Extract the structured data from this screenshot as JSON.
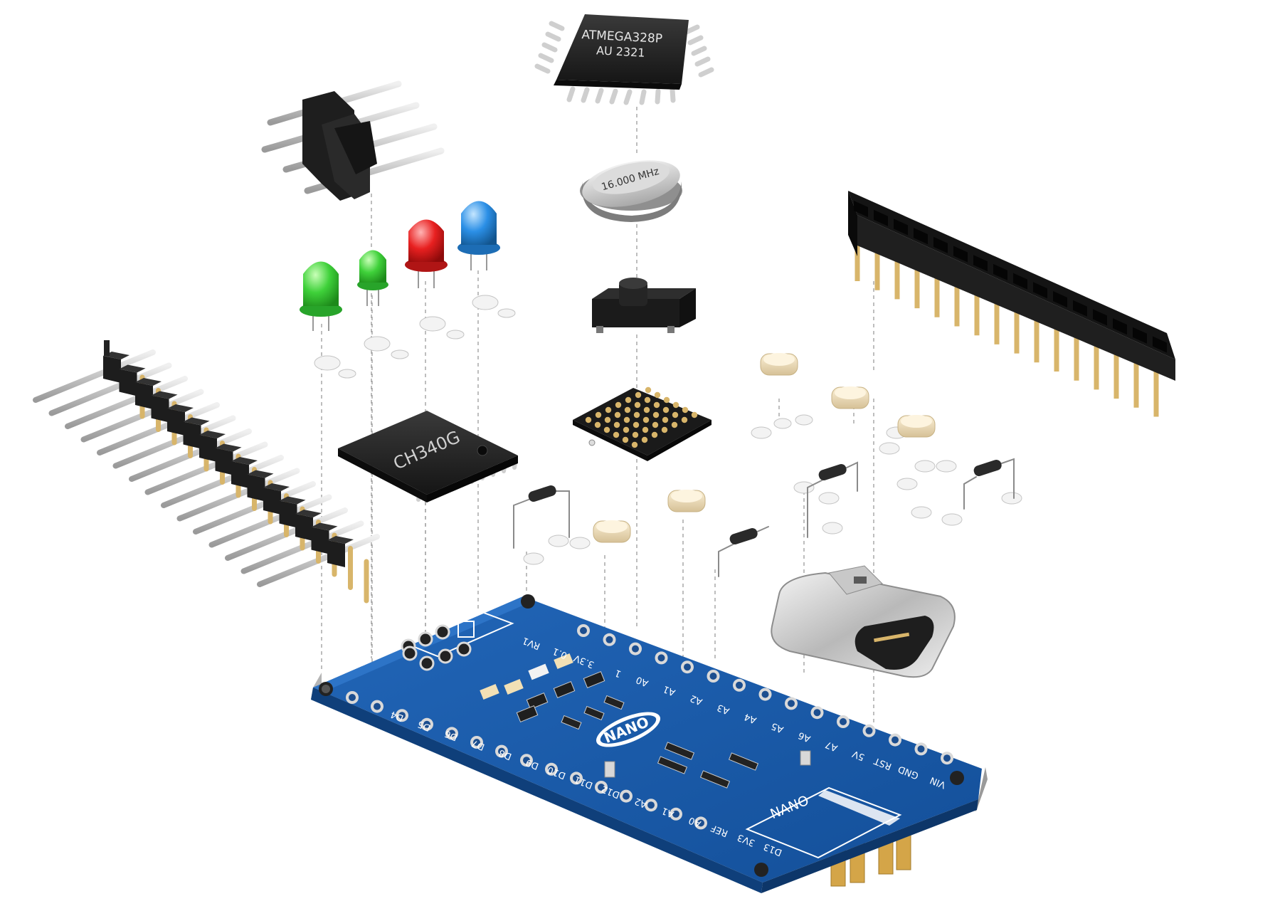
{
  "mcu": {
    "line1": "ATMEGA328P",
    "line2": "AU 2321"
  },
  "crystal": {
    "label": "16.000 MHz"
  },
  "usb_chip": {
    "label": "CH340G"
  },
  "board": {
    "logo": "NANO",
    "logo_footprint": "NANO",
    "pin_labels_top": [
      "RV1",
      "0.1",
      "3.3V",
      "1",
      "A0",
      "A1",
      "A2",
      "A3",
      "A4",
      "A5",
      "A6",
      "A7",
      "5V",
      "RST",
      "GND",
      "VIN"
    ],
    "pin_labels_bottom": [
      "D13",
      "3V3",
      "REF",
      "A0",
      "A1",
      "A2",
      "D12",
      "D11",
      "D10",
      "D9",
      "D8",
      "D7",
      "D6",
      "D5",
      "D4"
    ]
  },
  "colors": {
    "pcb": "#1a5aa8",
    "pcb_dark": "#0f3f7a",
    "led_green": "#3fd13a",
    "led_red": "#e82020",
    "led_blue": "#2b8fe6",
    "gold": "#d8b56a",
    "plastic": "#1e1e1e"
  }
}
